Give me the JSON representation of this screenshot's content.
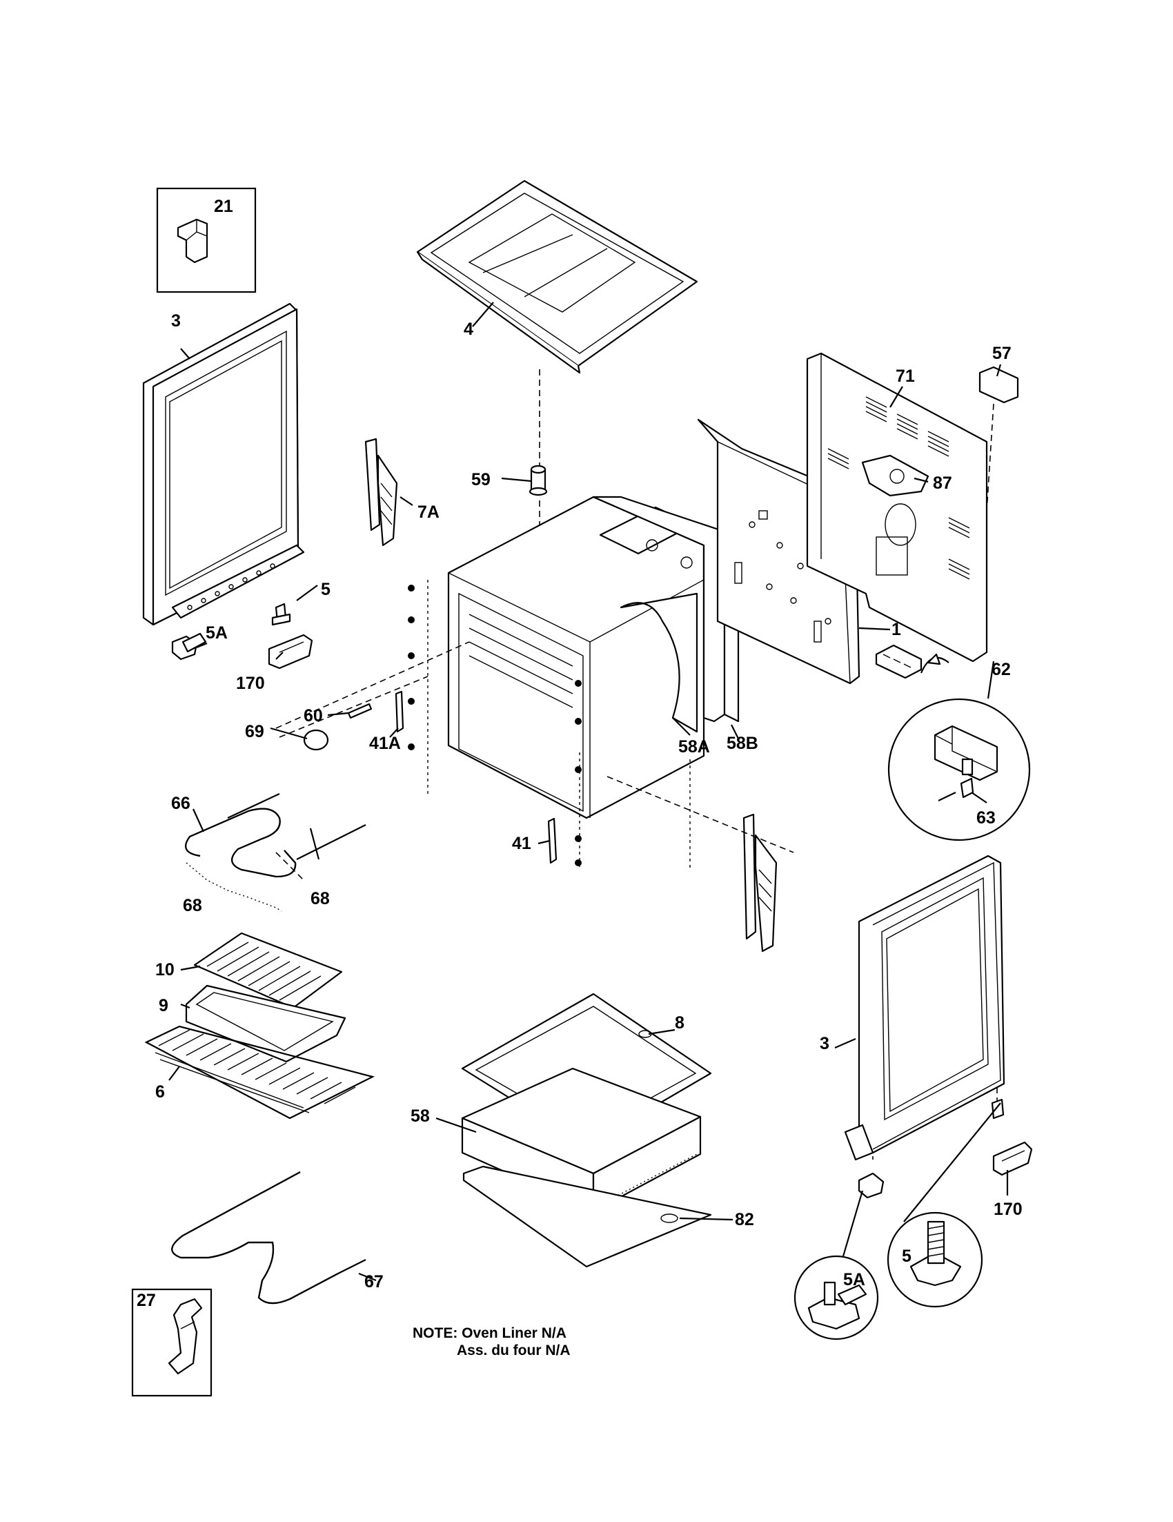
{
  "labels": {
    "p21": "21",
    "p3_left": "3",
    "p4": "4",
    "p59": "59",
    "p7A": "7A",
    "p5_left": "5",
    "p5A_left": "5A",
    "p170_left": "170",
    "p60": "60",
    "p69": "69",
    "p41A": "41A",
    "p66": "66",
    "p68_right": "68",
    "p68_bottom": "68",
    "p41": "41",
    "p58A": "58A",
    "p58B": "58B",
    "p57": "57",
    "p71": "71",
    "p87": "87",
    "p1": "1",
    "p62": "62",
    "p63": "63",
    "p10": "10",
    "p9": "9",
    "p6": "6",
    "p8": "8",
    "p58": "58",
    "p82": "82",
    "p3_right": "3",
    "p170_right": "170",
    "p5_right": "5",
    "p5A_right": "5A",
    "p67": "67",
    "p27": "27"
  },
  "note": {
    "line1": "NOTE: Oven Liner N/A",
    "line2": "Ass. du four N/A"
  }
}
